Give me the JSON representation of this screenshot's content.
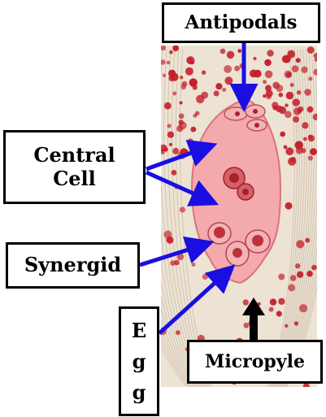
{
  "labels": {
    "antipodals": "Antipodals",
    "central_line1": "Central",
    "central_line2": "Cell",
    "synergid": "Synergid",
    "egg_letters": [
      "E",
      "g",
      "g"
    ],
    "micropyle": "Micropyle"
  },
  "colors": {
    "arrow": "#1a0fe0",
    "micropyle_arrow": "#000000",
    "tissue": "#e9dfd0",
    "nuclei": "#c41f2a",
    "sac_fill": "#f4a9ad",
    "sac_outline": "#d9747a"
  }
}
